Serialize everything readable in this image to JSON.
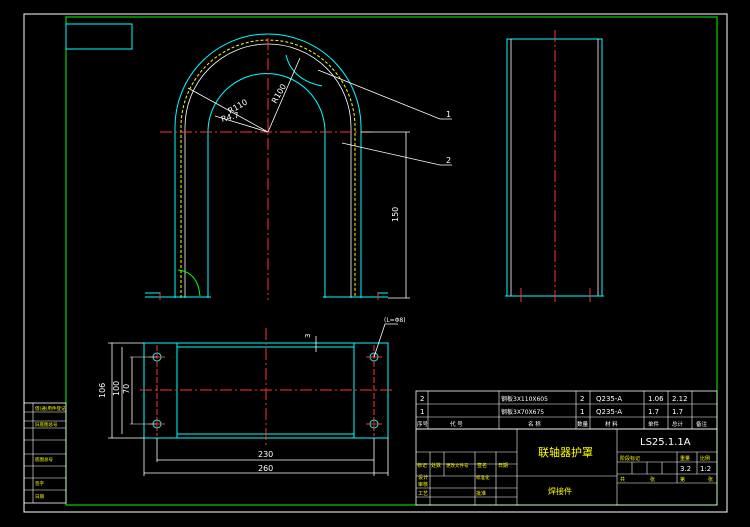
{
  "drawing": {
    "dimensions": {
      "r110": "R110",
      "r100": "R100",
      "r47": "R4.7",
      "h150": "150",
      "w230": "230",
      "w260": "260",
      "h106": "106",
      "h100": "100",
      "h70": "70",
      "tilde": "3",
      "hole_note": "(L=Φ8)"
    },
    "balloons": [
      "1",
      "2"
    ]
  },
  "parts_table": {
    "rows": [
      {
        "no": "2",
        "name": "钢板3X110X605",
        "qty": "2",
        "material": "Q235-A",
        "unit_w": "1.06",
        "total_w": "2.12"
      },
      {
        "no": "1",
        "name": "钢板3X70X675",
        "qty": "1",
        "material": "Q235-A",
        "unit_w": "1.7",
        "total_w": "1.7"
      }
    ],
    "headers": {
      "no": "序号",
      "code": "代  号",
      "name": "名  称",
      "qty": "数量",
      "material": "材  料",
      "unit": "单件",
      "total": "总计",
      "remark": "备注"
    }
  },
  "title_block": {
    "part_name": "联轴器护罩",
    "drawing_no": "LS25.1.1A",
    "subtitle": "焊接件",
    "scale_values": [
      "3.2",
      "1:2"
    ],
    "labels": [
      "标记",
      "处数",
      "更改文件号",
      "签名",
      "日期",
      "设计",
      "审核",
      "工艺",
      "标准化",
      "批准",
      "阶段标记",
      "重量",
      "比例",
      "共",
      "张",
      "第",
      "张"
    ]
  },
  "left_strip": {
    "labels": [
      "借(通)用件登记",
      "旧底图总号",
      "底图总号",
      "签字",
      "日期"
    ]
  }
}
